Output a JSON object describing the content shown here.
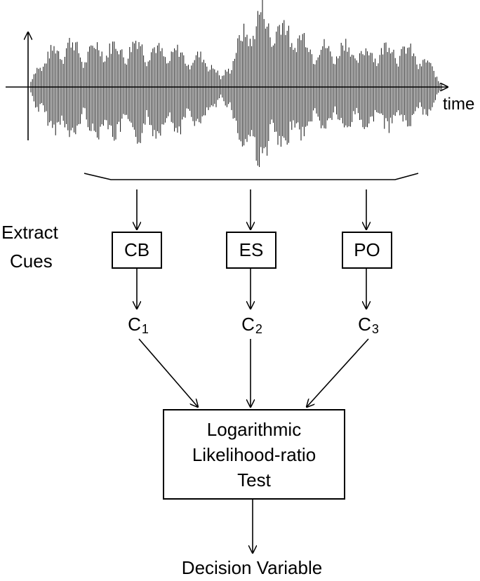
{
  "waveform": {
    "axis_label": "time"
  },
  "stage_label": {
    "line1": "Extract",
    "line2": "Cues"
  },
  "cue_boxes": [
    {
      "label": "CB"
    },
    {
      "label": "ES"
    },
    {
      "label": "PO"
    }
  ],
  "cue_outputs": [
    {
      "letter": "C",
      "index": "1"
    },
    {
      "letter": "C",
      "index": "2"
    },
    {
      "letter": "C",
      "index": "3"
    }
  ],
  "test_box": {
    "line1": "Logarithmic",
    "line2": "Likelihood-ratio",
    "line3": "Test"
  },
  "output": {
    "label": "Decision Variable"
  }
}
